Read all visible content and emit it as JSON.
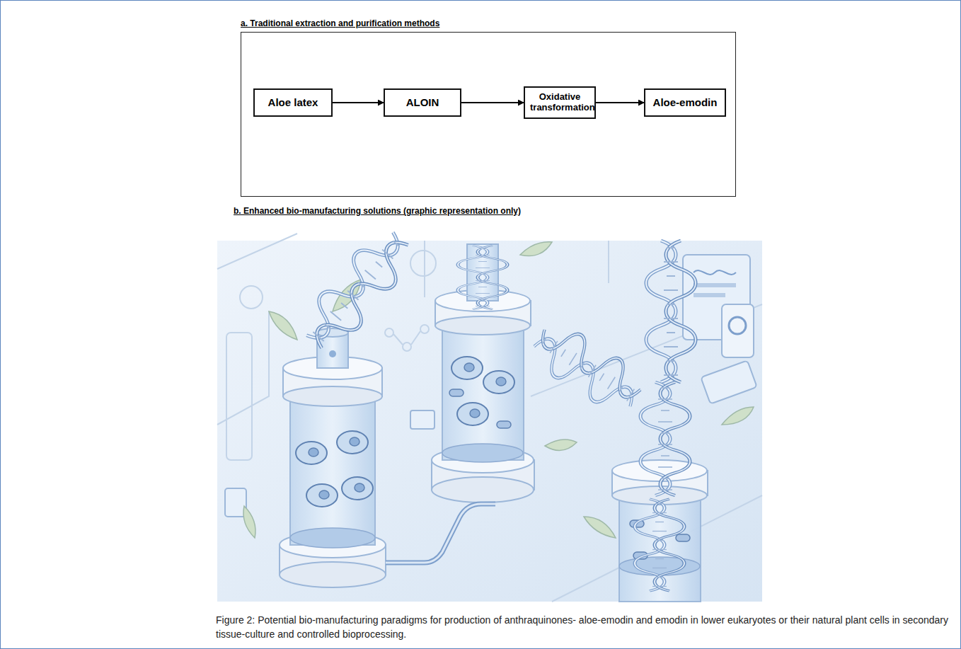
{
  "diagram": {
    "caption": "Figure 2: Potential bio-manufacturing paradigms for production of anthraquinones- aloe-emodin and emodin in lower eukaryotes or their natural plant cells in secondary tissue-culture and controlled bioprocessing.",
    "nodes": [
      {
        "text": [
          "a. Traditional extraction and purification methods"
        ]
      },
      {
        "text": [
          "Aloe latex"
        ],
        "in": 0
      },
      {
        "text": [
          "ALOIN"
        ],
        "in": 0
      },
      {
        "text": [
          "Oxidative transformation"
        ],
        "in": 0
      },
      {
        "text": [
          "Aloe-emodin"
        ],
        "in": 0
      }
    ],
    "edges": [
      {
        "from": 1,
        "to": 2,
        "arrow": "to"
      },
      {
        "from": 2,
        "to": 3,
        "arrow": "to"
      },
      {
        "from": 3,
        "to": 4,
        "arrow": "to"
      }
    ],
    "labels": [
      "b. Enhanced bio-manufacturing solutions (graphic representation only)"
    ]
  }
}
